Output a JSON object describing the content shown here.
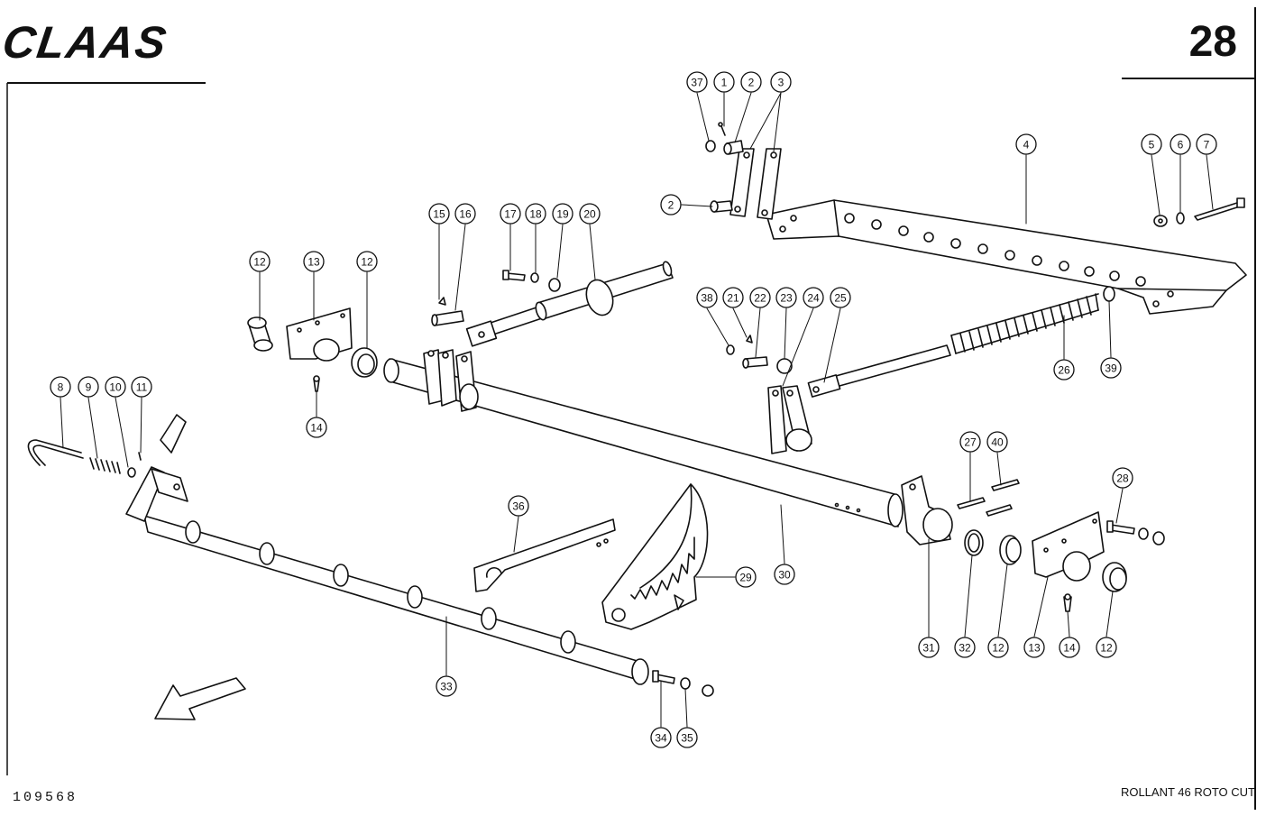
{
  "header": {
    "brand": "CLAAS",
    "page_number": "28"
  },
  "footer": {
    "drawing_number": "109568",
    "model": "ROLLANT 46 ROTO CUT"
  },
  "callouts": [
    {
      "id": "c37",
      "label": "37"
    },
    {
      "id": "c1",
      "label": "1"
    },
    {
      "id": "c2a",
      "label": "2"
    },
    {
      "id": "c3",
      "label": "3"
    },
    {
      "id": "c4",
      "label": "4"
    },
    {
      "id": "c5",
      "label": "5"
    },
    {
      "id": "c6",
      "label": "6"
    },
    {
      "id": "c7",
      "label": "7"
    },
    {
      "id": "c2b",
      "label": "2"
    },
    {
      "id": "c15",
      "label": "15"
    },
    {
      "id": "c16",
      "label": "16"
    },
    {
      "id": "c17",
      "label": "17"
    },
    {
      "id": "c18",
      "label": "18"
    },
    {
      "id": "c19",
      "label": "19"
    },
    {
      "id": "c20",
      "label": "20"
    },
    {
      "id": "c12a",
      "label": "12"
    },
    {
      "id": "c13a",
      "label": "13"
    },
    {
      "id": "c12b",
      "label": "12"
    },
    {
      "id": "c38",
      "label": "38"
    },
    {
      "id": "c21",
      "label": "21"
    },
    {
      "id": "c22",
      "label": "22"
    },
    {
      "id": "c23",
      "label": "23"
    },
    {
      "id": "c24",
      "label": "24"
    },
    {
      "id": "c25",
      "label": "25"
    },
    {
      "id": "c26",
      "label": "26"
    },
    {
      "id": "c39",
      "label": "39"
    },
    {
      "id": "c14a",
      "label": "14"
    },
    {
      "id": "c8",
      "label": "8"
    },
    {
      "id": "c9",
      "label": "9"
    },
    {
      "id": "c10",
      "label": "10"
    },
    {
      "id": "c11",
      "label": "11"
    },
    {
      "id": "c27",
      "label": "27"
    },
    {
      "id": "c40",
      "label": "40"
    },
    {
      "id": "c28",
      "label": "28"
    },
    {
      "id": "c36",
      "label": "36"
    },
    {
      "id": "c29",
      "label": "29"
    },
    {
      "id": "c30",
      "label": "30"
    },
    {
      "id": "c31",
      "label": "31"
    },
    {
      "id": "c32",
      "label": "32"
    },
    {
      "id": "c12c",
      "label": "12"
    },
    {
      "id": "c13b",
      "label": "13"
    },
    {
      "id": "c14b",
      "label": "14"
    },
    {
      "id": "c12d",
      "label": "12"
    },
    {
      "id": "c33",
      "label": "33"
    },
    {
      "id": "c34",
      "label": "34"
    },
    {
      "id": "c35",
      "label": "35"
    }
  ]
}
